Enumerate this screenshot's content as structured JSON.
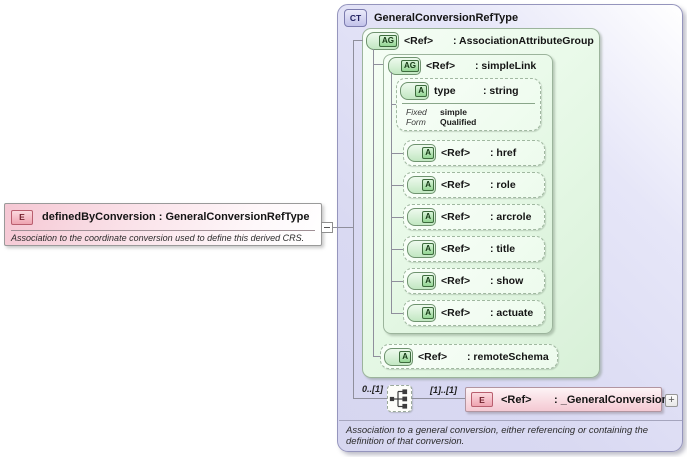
{
  "element": {
    "badge": "E",
    "title": "definedByConversion : GeneralConversionRefType",
    "annotation": "Association to the coordinate conversion used to define this derived CRS."
  },
  "complex_type": {
    "badge": "CT",
    "title": "GeneralConversionRefType",
    "annotation": "Association to a general conversion, either referencing or containing the definition of that conversion.",
    "attribute_group": {
      "badge": "AG",
      "ref": "<Ref>",
      "name": ": AssociationAttributeGroup",
      "simple_link": {
        "badge": "AG",
        "ref": "<Ref>",
        "name": ": simpleLink",
        "type_attribute": {
          "badge": "A",
          "label": "type",
          "type": ": string",
          "facets": [
            {
              "k": "Fixed",
              "v": "simple"
            },
            {
              "k": "Form",
              "v": "Qualified"
            }
          ]
        },
        "attributes": [
          {
            "badge": "A",
            "ref": "<Ref>",
            "name": ": href"
          },
          {
            "badge": "A",
            "ref": "<Ref>",
            "name": ": role"
          },
          {
            "badge": "A",
            "ref": "<Ref>",
            "name": ": arcrole"
          },
          {
            "badge": "A",
            "ref": "<Ref>",
            "name": ": title"
          },
          {
            "badge": "A",
            "ref": "<Ref>",
            "name": ": show"
          },
          {
            "badge": "A",
            "ref": "<Ref>",
            "name": ": actuate"
          }
        ]
      },
      "remote_schema": {
        "badge": "A",
        "ref": "<Ref>",
        "name": ": remoteSchema"
      }
    },
    "sequence": {
      "cardinality_before": "0..[1]",
      "cardinality_after": "[1]..[1]",
      "element_ref": {
        "badge": "E",
        "ref": "<Ref>",
        "name": ": _GeneralConversion"
      },
      "expand_glyph": "+"
    }
  }
}
